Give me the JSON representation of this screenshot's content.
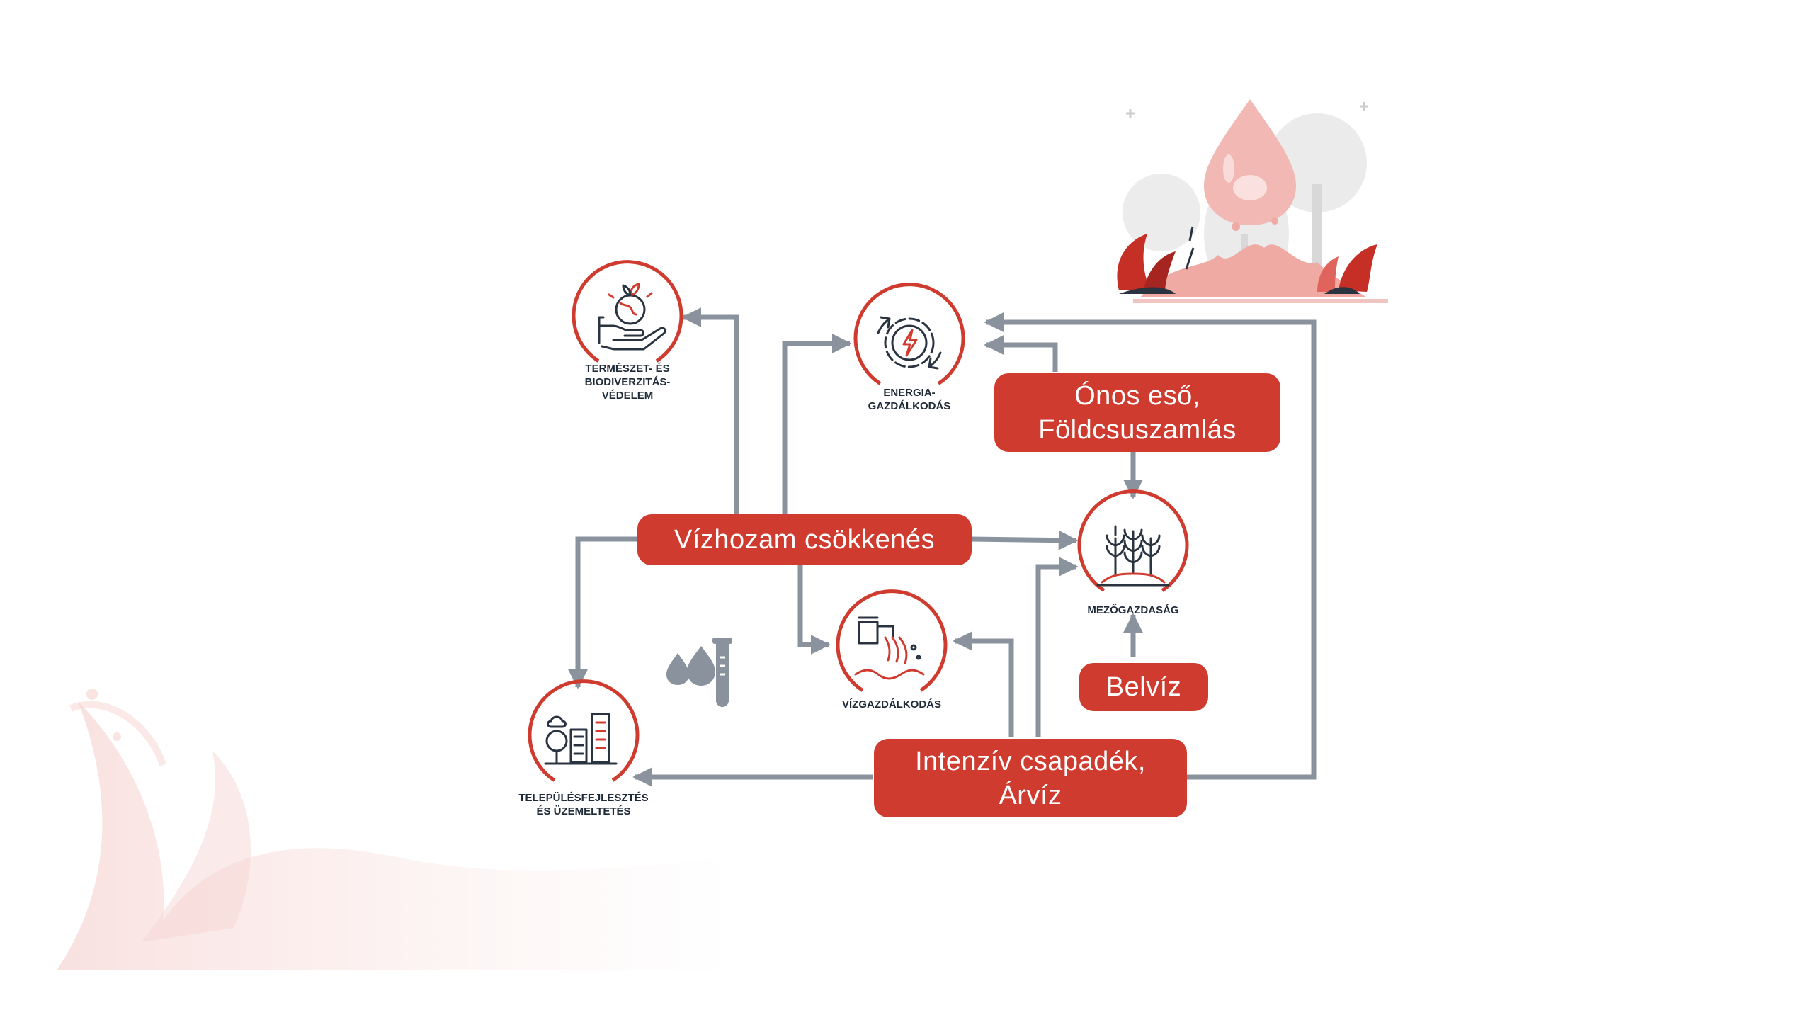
{
  "diagram": {
    "hazards": {
      "vizhozam": "Vízhozam csökkenés",
      "onos_eso": "Ónos eső,\nFöldcsuszamlás",
      "belviz": "Belvíz",
      "intenziv": "Intenzív csapadék,\nÁrvíz"
    },
    "sectors": {
      "termeszet": "TERMÉSZET- ÉS\nBIODIVERZITÁS-\nVÉDELEM",
      "energia": "ENERGIA-\nGAZDÁLKODÁS",
      "mezogazdasag": "MEZŐGAZDASÁG",
      "vizgazdalkodas": "VÍZGAZDÁLKODÁS",
      "telepules": "TELEPÜLÉSFEJLESZTÉS\nÉS ÜZEMELTETÉS"
    }
  },
  "colors": {
    "accent_red": "#d03b2f",
    "arrow_gray": "#8a939d",
    "icon_dark": "#2a3440"
  }
}
